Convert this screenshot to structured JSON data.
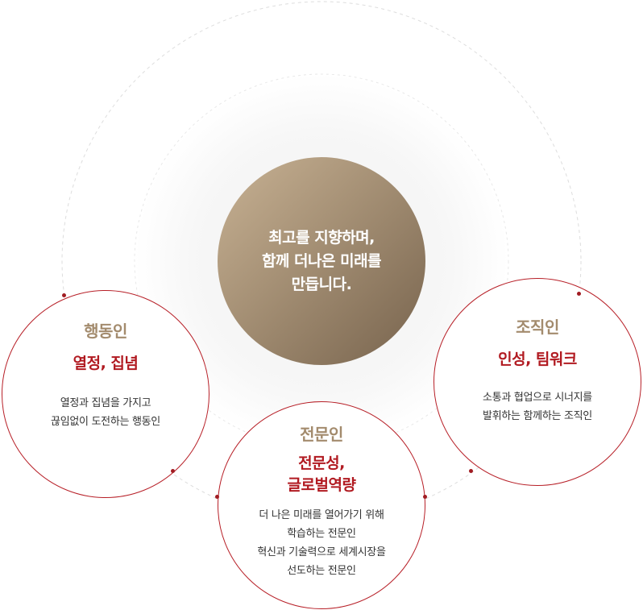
{
  "center": {
    "lines": [
      "최고를 지향하며,",
      "함께 더나은 미래를",
      "만듭니다."
    ]
  },
  "left": {
    "title": "행동인",
    "subtitle": "열정, 집념",
    "desc": [
      "열정과 집념을 가지고",
      "끊임없이 도전하는 행동인"
    ]
  },
  "right": {
    "title": "조직인",
    "subtitle": "인성, 팀워크",
    "desc": [
      "소통과 협업으로 시너지를",
      "발휘하는 함께하는 조직인"
    ]
  },
  "middle": {
    "title": "전문인",
    "subtitle": [
      "전문성,",
      "글로벌역량"
    ],
    "desc": [
      "더 나은 미래를 열어가기 위해",
      "학습하는 전문인",
      "혁신과 기술력으로 세계시장을",
      "선도하는 전문인"
    ]
  },
  "colors": {
    "accent": "#b11a21",
    "gold": "#a38b6d",
    "center_from": "#c8b294",
    "center_to": "#77634d"
  }
}
